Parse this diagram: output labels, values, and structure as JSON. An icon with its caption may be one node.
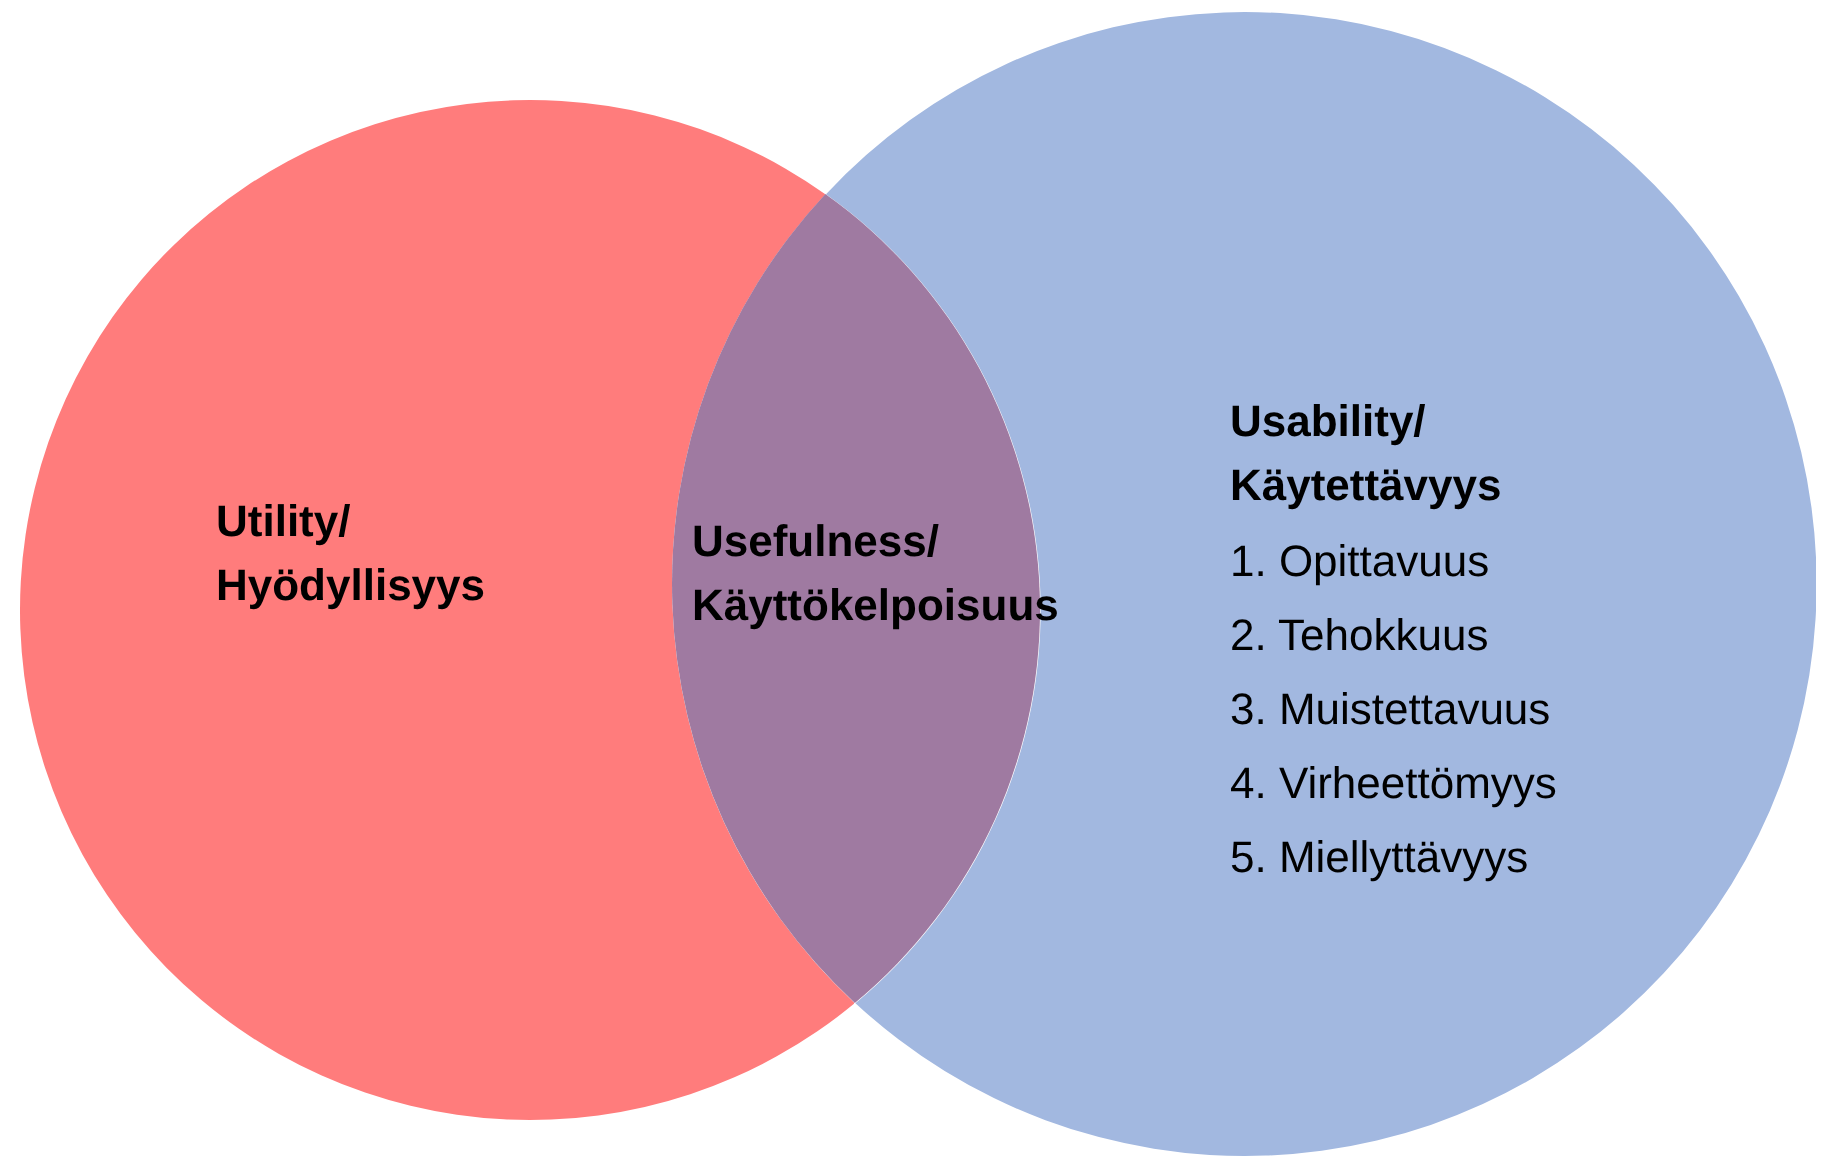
{
  "diagram": {
    "nodes": [
      {
        "text": [
          "Utility/ Hyödyllisyys"
        ]
      },
      {
        "text": [
          "Usability/ Käytettävyys",
          "1. Opittavuus",
          "2. Tehokkuus",
          "3. Muistettavuus",
          "4. Virheettömyys",
          "5. Miellyttävyys"
        ]
      },
      {
        "text": [
          "Usefulness/ Käyttökelpoisuus"
        ]
      }
    ],
    "edges": []
  }
}
